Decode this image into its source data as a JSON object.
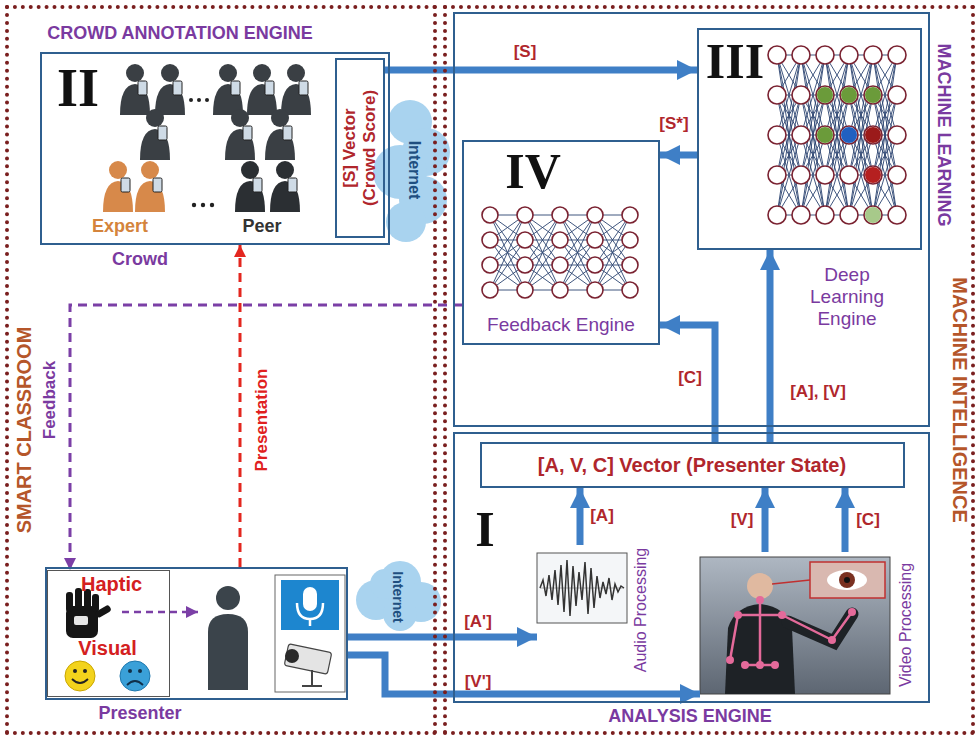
{
  "diagram": {
    "nodes": [
      {
        "text": [
          "SMART CLASSROOM"
        ]
      },
      {
        "text": [
          "CROWD ANNOTATION ENGINE",
          "II",
          "Crowd"
        ],
        "in": 0
      },
      {
        "text": [
          "[S] Vector (Crowd Score)"
        ],
        "in": 1
      },
      {
        "text": [
          "Presenter"
        ],
        "in": 0
      },
      {
        "text": [
          "Haptic",
          "Visual"
        ],
        "in": 3
      },
      {
        "text": [
          "MACHINE INTELLIGENCE"
        ]
      },
      {
        "text": [
          "MACHINE LEARNING"
        ],
        "in": 5
      },
      {
        "text": [
          "III",
          "Deep Learning Engine"
        ],
        "in": 6
      },
      {
        "text": [
          "IV",
          "Feedback Engine"
        ],
        "in": 6
      },
      {
        "text": [
          "I",
          "ANALYSIS ENGINE"
        ],
        "in": 5
      },
      {
        "text": [
          "[A, V, C] Vector (Presenter State)"
        ],
        "in": 9
      },
      {
        "text": [
          "Audio Processing"
        ],
        "in": 9
      },
      {
        "text": [
          "Video Processing"
        ],
        "in": 9
      }
    ],
    "edges": [
      {
        "from": 2,
        "to": 7,
        "label": "[S]",
        "arrow": "to"
      },
      {
        "from": 7,
        "to": 8,
        "label": "[S*]",
        "arrow": "to"
      },
      {
        "from": 10,
        "to": 8,
        "label": "[C]",
        "arrow": "to"
      },
      {
        "from": 10,
        "to": 7,
        "label": "[A], [V]",
        "arrow": "to"
      },
      {
        "from": 11,
        "to": 10,
        "label": "[A]",
        "arrow": "to"
      },
      {
        "from": 12,
        "to": 10,
        "label": "[V]",
        "arrow": "to"
      },
      {
        "from": 12,
        "to": 10,
        "label": "[C]",
        "arrow": "to"
      },
      {
        "from": 3,
        "to": 11,
        "label": "[A']",
        "arrow": "to"
      },
      {
        "from": 3,
        "to": 12,
        "label": "[V']",
        "arrow": "to"
      },
      {
        "from": 3,
        "to": 1,
        "label": "Presentation",
        "arrow": "to"
      },
      {
        "from": 8,
        "to": 4,
        "label": "Feedback",
        "arrow": "to"
      }
    ],
    "labels": [
      "Expert",
      "Peer",
      "Internet",
      "Internet"
    ]
  }
}
